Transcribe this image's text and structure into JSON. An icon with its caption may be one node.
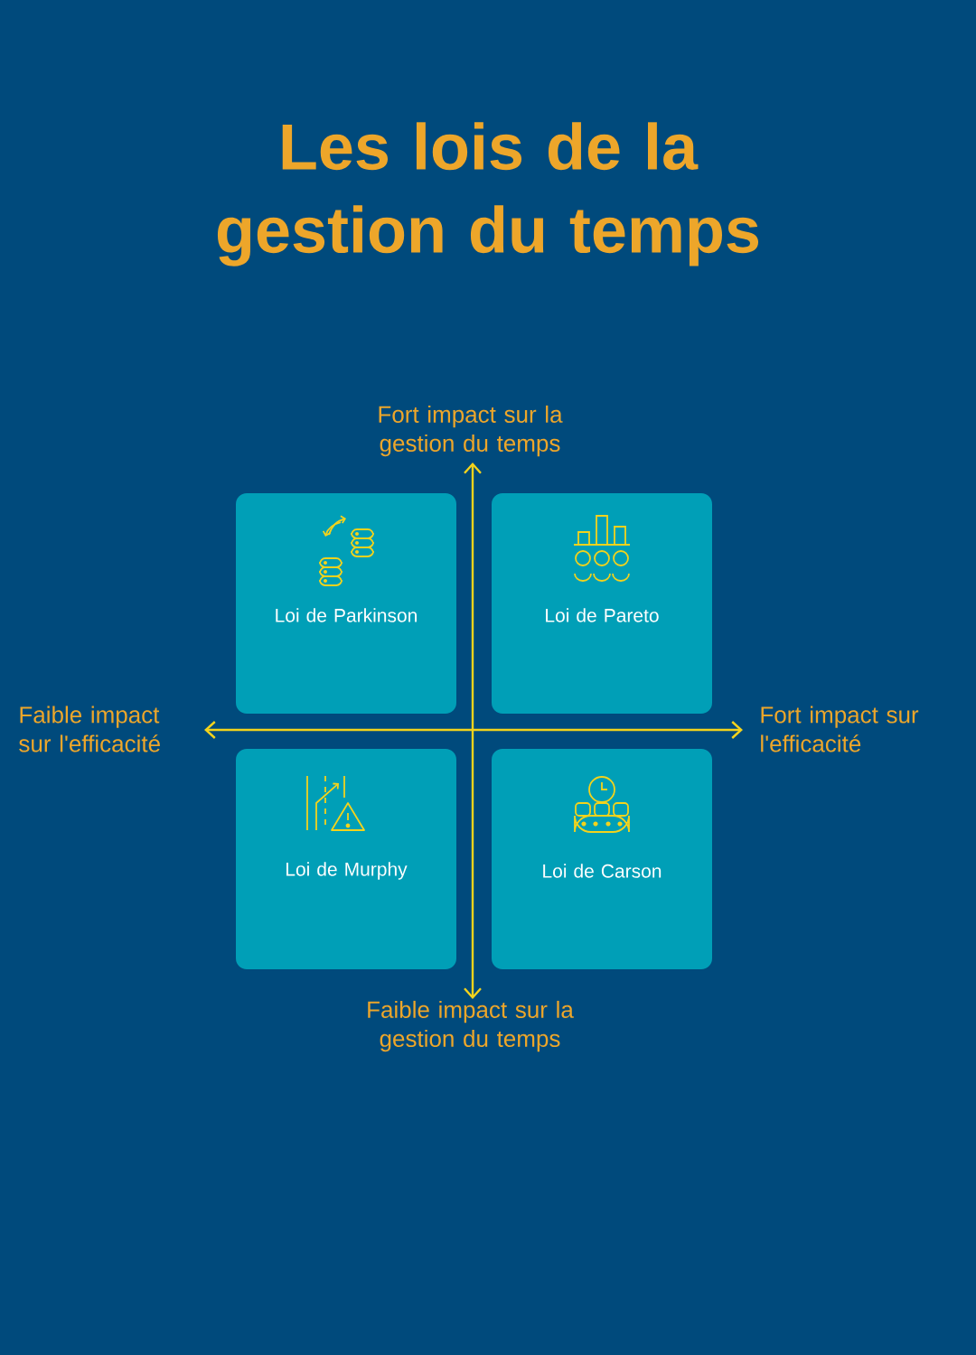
{
  "diagram": {
    "title": "Les lois de la gestion du temps",
    "nodes": [
      {
        "text": [
          "Loi de Parkinson"
        ]
      },
      {
        "text": [
          "Loi de Pareto"
        ]
      },
      {
        "text": [
          "Loi de Murphy"
        ]
      },
      {
        "text": [
          "Loi de Carson"
        ]
      }
    ],
    "labels": [
      "Fort impact sur la gestion du temps",
      "Faible impact sur l'efficacité",
      "Fort impact sur l'efficacité",
      "Faible impact sur la gestion du temps"
    ]
  }
}
